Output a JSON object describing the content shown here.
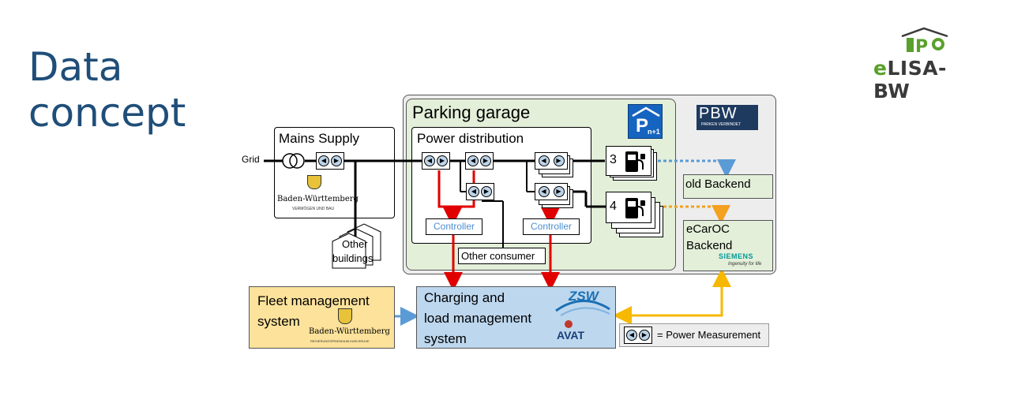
{
  "slide": {
    "title_line1": "Data",
    "title_line2": "concept"
  },
  "logo": {
    "text_e": "e",
    "text_rest": "LISA-BW"
  },
  "diagram": {
    "grid_label": "Grid",
    "mains_supply": {
      "title": "Mains Supply",
      "logo_name": "Baden-Württemberg",
      "logo_sub": "VERMÖGEN UND BAU"
    },
    "other_buildings": {
      "line1": "Other",
      "line2": "buildings"
    },
    "parking_garage": {
      "title": "Parking garage"
    },
    "power_distribution": {
      "title": "Power distribution"
    },
    "controllers": [
      "Controller",
      "Controller"
    ],
    "other_consumer": "Other consumer",
    "charger_counts": [
      "3",
      "4"
    ],
    "pbw_logo": {
      "text": "PBW",
      "sub": "PARKEN VERBINDET"
    },
    "parking_logo": {
      "letter": "P",
      "sub": "n+1"
    },
    "old_backend": "old Backend",
    "ecaroc_backend": {
      "line1": "eCarOC",
      "line2": "Backend",
      "brand": "SIEMENS",
      "tagline": "Ingenuity for life"
    },
    "fleet_management": {
      "line1": "Fleet management",
      "line2": "system",
      "logo_name": "Baden-Württemberg",
      "logo_sub": "REGIERUNGSPRÄSIDIUM KARLSRUHE"
    },
    "charging_system": {
      "line1": "Charging and",
      "line2": "load management",
      "line3": "system",
      "logo1": "ZSW",
      "logo2": "AVAT"
    },
    "legend": {
      "text": "= Power Measurement"
    }
  },
  "colors": {
    "title_blue": "#1f4e79",
    "garage_bg": "#e3efd9",
    "backend_bg": "#e3efd9",
    "outer_bg": "#ededed",
    "fleet_bg": "#fce29b",
    "charging_bg": "#bdd7ee",
    "data_line_red": "#e00000",
    "data_line_blue": "#5b9bd5",
    "data_line_orange": "#f4a020",
    "data_line_yellow": "#f6b800"
  }
}
